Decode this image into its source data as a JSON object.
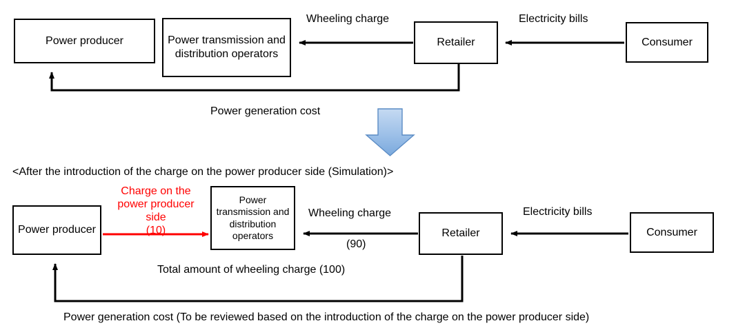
{
  "diagram": {
    "type": "flow-diagram",
    "accent_red": "#ff0000",
    "accent_blue": "#8db3e2",
    "top_section": {
      "boxes": [
        {
          "id": "power-producer",
          "label": "Power producer"
        },
        {
          "id": "tdo",
          "label": "Power transmission and distribution operators"
        },
        {
          "id": "retailer",
          "label": "Retailer"
        },
        {
          "id": "consumer",
          "label": "Consumer"
        }
      ],
      "edge_labels": [
        {
          "id": "wheeling-charge",
          "text": "Wheeling charge"
        },
        {
          "id": "electricity-bills",
          "text": "Electricity bills"
        },
        {
          "id": "power-generation-cost",
          "text": "Power generation cost"
        }
      ]
    },
    "transition": {
      "arrow": "down-arrow",
      "caption": "<After the introduction of the charge on the power producer side (Simulation)>"
    },
    "bottom_section": {
      "boxes": [
        {
          "id": "power-producer",
          "label": "Power producer"
        },
        {
          "id": "tdo",
          "label": "Power transmission and distribution operators"
        },
        {
          "id": "retailer",
          "label": "Retailer"
        },
        {
          "id": "consumer",
          "label": "Consumer"
        }
      ],
      "edge_labels": [
        {
          "id": "charge-producer-side",
          "line1": "Charge on the",
          "line2": "power producer",
          "line3": "side",
          "line4": "(10)"
        },
        {
          "id": "wheeling-charge",
          "text": "Wheeling charge"
        },
        {
          "id": "wheeling-charge-value",
          "text": "(90)"
        },
        {
          "id": "electricity-bills",
          "text": "Electricity bills"
        },
        {
          "id": "total-wheeling-charge",
          "text": "Total amount of wheeling charge (100)"
        },
        {
          "id": "power-generation-cost",
          "text": "Power generation cost (To be reviewed based on the introduction of the charge on the power producer side)"
        }
      ]
    }
  }
}
